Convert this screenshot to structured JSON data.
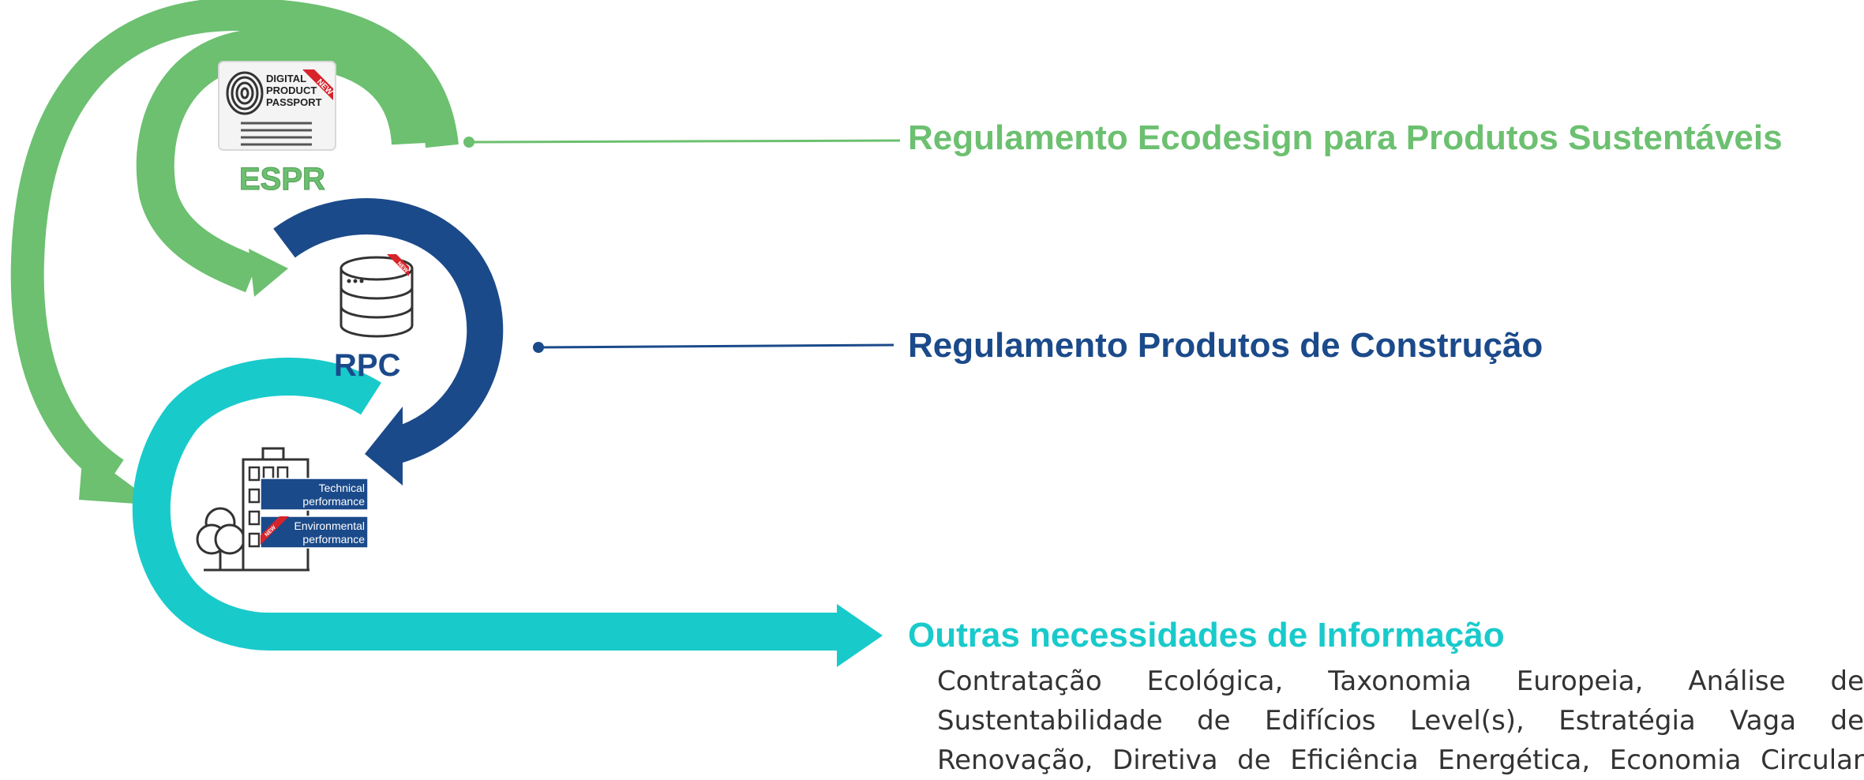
{
  "colors": {
    "green": "#6cc070",
    "navy": "#1b4a8a",
    "teal": "#19cacb",
    "text_gray": "#333333",
    "ribbon_red": "#d8232a"
  },
  "icons": [
    "fingerprint-passport-icon",
    "database-icon",
    "building-tree-icon",
    "new-ribbon-icon"
  ],
  "espr": {
    "badge_label": "ESPR",
    "title": "Regulamento Ecodesign para Produtos Sustentáveis",
    "passport_lines": [
      "DIGITAL",
      "PRODUCT",
      "PASSPORT"
    ],
    "ribbon": "NEW"
  },
  "rpc": {
    "badge_label": "RPC",
    "title": "Regulamento Produtos de Construção",
    "ribbon": "NEW"
  },
  "building": {
    "label_technical_1": "Technical",
    "label_technical_2": "performance",
    "label_environmental_1": "Environmental",
    "label_environmental_2": "performance",
    "ribbon": "NEW"
  },
  "other": {
    "title": "Outras necessidades de Informação",
    "lines": [
      "Contratação Ecológica, Taxonomia Europeia, Análise de",
      "Sustentabilidade de Edifícios Level(s), Estratégia Vaga de",
      "Renovação, Diretiva de Eficiência Energética, Economia Circular"
    ]
  }
}
